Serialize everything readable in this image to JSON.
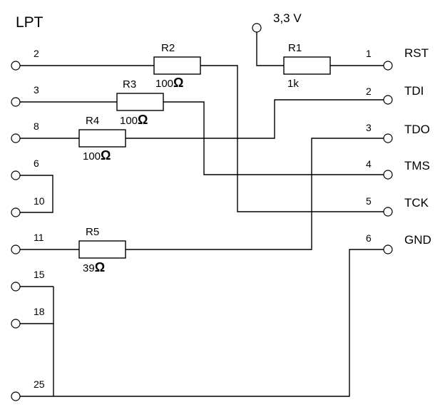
{
  "title": "LPT",
  "supply": "3,3 V",
  "lpt_pins": {
    "p2": "2",
    "p3": "3",
    "p8": "8",
    "p6": "6",
    "p10": "10",
    "p11": "11",
    "p15": "15",
    "p18": "18",
    "p25": "25"
  },
  "jtag": {
    "rst": {
      "num": "1",
      "name": "RST"
    },
    "tdi": {
      "num": "2",
      "name": "TDI"
    },
    "tdo": {
      "num": "3",
      "name": "TDO"
    },
    "tms": {
      "num": "4",
      "name": "TMS"
    },
    "tck": {
      "num": "5",
      "name": "TCK"
    },
    "gnd": {
      "num": "6",
      "name": "GND"
    }
  },
  "resistors": {
    "r1": {
      "label": "R1",
      "value": "1k"
    },
    "r2": {
      "label": "R2",
      "value": "100",
      "unit": "Ω"
    },
    "r3": {
      "label": "R3",
      "value": "100",
      "unit": "Ω"
    },
    "r4": {
      "label": "R4",
      "value": "100",
      "unit": "Ω"
    },
    "r5": {
      "label": "R5",
      "value": "39",
      "unit": "Ω"
    }
  }
}
